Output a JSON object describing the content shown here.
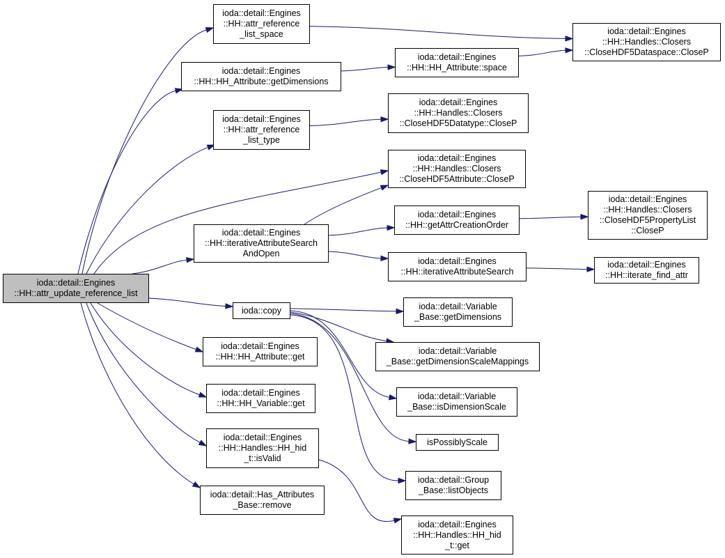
{
  "graph": {
    "edge_color": "#191970",
    "root_fill": "#bfbfbf",
    "nodes": [
      {
        "id": "n0",
        "lines": [
          "ioda::detail::Engines",
          "::HH::attr_update_reference_list"
        ],
        "root": true
      },
      {
        "id": "n1",
        "lines": [
          "ioda::detail::Engines",
          "::HH::attr_reference",
          "_list_space"
        ]
      },
      {
        "id": "n2",
        "lines": [
          "ioda::detail::Engines",
          "::HH::HH_Attribute::getDimensions"
        ]
      },
      {
        "id": "n3",
        "lines": [
          "ioda::detail::Engines",
          "::HH::attr_reference",
          "_list_type"
        ]
      },
      {
        "id": "n4",
        "lines": [
          "ioda::detail::Engines",
          "::HH::iterativeAttributeSearch",
          "AndOpen"
        ]
      },
      {
        "id": "n5",
        "lines": [
          "ioda::copy"
        ]
      },
      {
        "id": "n6",
        "lines": [
          "ioda::detail::Engines",
          "::HH::HH_Attribute::get"
        ]
      },
      {
        "id": "n7",
        "lines": [
          "ioda::detail::Engines",
          "::HH::HH_Variable::get"
        ]
      },
      {
        "id": "n8",
        "lines": [
          "ioda::detail::Engines",
          "::HH::Handles::HH_hid",
          "_t::isValid"
        ]
      },
      {
        "id": "n9",
        "lines": [
          "ioda::detail::Has_Attributes",
          "_Base::remove"
        ]
      },
      {
        "id": "n10",
        "lines": [
          "ioda::detail::Engines",
          "::HH::Handles::Closers",
          "::CloseHDF5Dataspace::CloseP"
        ]
      },
      {
        "id": "n11",
        "lines": [
          "ioda::detail::Engines",
          "::HH::HH_Attribute::space"
        ]
      },
      {
        "id": "n12",
        "lines": [
          "ioda::detail::Engines",
          "::HH::Handles::Closers",
          "::CloseHDF5Datatype::CloseP"
        ]
      },
      {
        "id": "n13",
        "lines": [
          "ioda::detail::Engines",
          "::HH::Handles::Closers",
          "::CloseHDF5Attribute::CloseP"
        ]
      },
      {
        "id": "n14",
        "lines": [
          "ioda::detail::Engines",
          "::HH::getAttrCreationOrder"
        ]
      },
      {
        "id": "n15",
        "lines": [
          "ioda::detail::Engines",
          "::HH::iterativeAttributeSearch"
        ]
      },
      {
        "id": "n16",
        "lines": [
          "ioda::detail::Engines",
          "::HH::Handles::Closers",
          "::CloseHDF5PropertyList",
          "::CloseP"
        ]
      },
      {
        "id": "n17",
        "lines": [
          "ioda::detail::Engines",
          "::HH::iterate_find_attr"
        ]
      },
      {
        "id": "n18",
        "lines": [
          "ioda::detail::Variable",
          "_Base::getDimensions"
        ]
      },
      {
        "id": "n19",
        "lines": [
          "ioda::detail::Variable",
          "_Base::getDimensionScaleMappings"
        ]
      },
      {
        "id": "n20",
        "lines": [
          "ioda::detail::Variable",
          "_Base::isDimensionScale"
        ]
      },
      {
        "id": "n21",
        "lines": [
          "isPossiblyScale"
        ]
      },
      {
        "id": "n22",
        "lines": [
          "ioda::detail::Group",
          "_Base::listObjects"
        ]
      },
      {
        "id": "n23",
        "lines": [
          "ioda::detail::Engines",
          "::HH::Handles::HH_hid",
          "_t::get"
        ]
      }
    ],
    "edges": [
      [
        "n0",
        "n1"
      ],
      [
        "n0",
        "n2"
      ],
      [
        "n0",
        "n3"
      ],
      [
        "n0",
        "n13"
      ],
      [
        "n0",
        "n4"
      ],
      [
        "n0",
        "n5"
      ],
      [
        "n0",
        "n6"
      ],
      [
        "n0",
        "n7"
      ],
      [
        "n0",
        "n8"
      ],
      [
        "n0",
        "n9"
      ],
      [
        "n1",
        "n10"
      ],
      [
        "n2",
        "n11"
      ],
      [
        "n11",
        "n10"
      ],
      [
        "n3",
        "n12"
      ],
      [
        "n4",
        "n13"
      ],
      [
        "n4",
        "n14"
      ],
      [
        "n4",
        "n15"
      ],
      [
        "n14",
        "n16"
      ],
      [
        "n15",
        "n17"
      ],
      [
        "n5",
        "n18"
      ],
      [
        "n5",
        "n19"
      ],
      [
        "n5",
        "n20"
      ],
      [
        "n5",
        "n21"
      ],
      [
        "n5",
        "n22"
      ],
      [
        "n8",
        "n23"
      ]
    ]
  }
}
